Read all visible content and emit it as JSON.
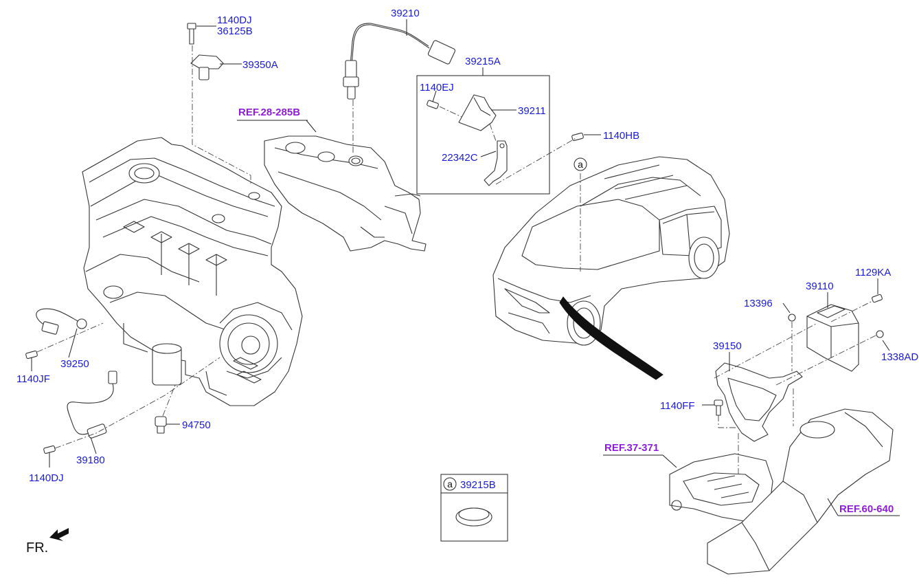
{
  "labels": {
    "p_1140DJ_top": "1140DJ",
    "p_36125B": "36125B",
    "p_39350A": "39350A",
    "p_39210": "39210",
    "p_39215A": "39215A",
    "p_1140EJ": "1140EJ",
    "p_39211": "39211",
    "p_22342C": "22342C",
    "p_1140HB": "1140HB",
    "p_39250": "39250",
    "p_1140JF": "1140JF",
    "p_94750": "94750",
    "p_39180": "39180",
    "p_1140DJ_bottom": "1140DJ",
    "p_1129KA": "1129KA",
    "p_39110": "39110",
    "p_13396": "13396",
    "p_39150": "39150",
    "p_1338AD": "1338AD",
    "p_1140FF": "1140FF",
    "p_39215B": "39215B",
    "ref_28_285B": "REF.28-285B",
    "ref_37_371": "REF.37-371",
    "ref_60_640": "REF.60-640",
    "callout_a_car": "a",
    "callout_a_box": "a",
    "front_marker": "FR."
  },
  "colors": {
    "part_number": "#1a1ad6",
    "reference": "#8b1ed6",
    "line": "#222222"
  },
  "icons": {
    "front_arrow": "front-arrow-icon"
  }
}
